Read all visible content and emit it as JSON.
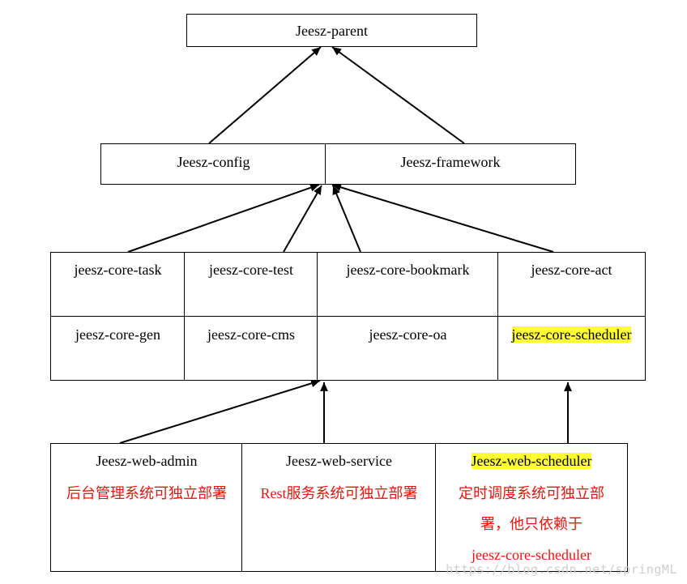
{
  "parent": {
    "label": "Jeesz-parent"
  },
  "mid": {
    "config": "Jeesz-config",
    "framework": "Jeesz-framework"
  },
  "core": {
    "row1": [
      "jeesz-core-task",
      "jeesz-core-test",
      "jeesz-core-bookmark",
      "jeesz-core-act"
    ],
    "row2": [
      "jeesz-core-gen",
      "jeesz-core-cms",
      "jeesz-core-oa",
      "jeesz-core-scheduler"
    ]
  },
  "web": {
    "admin": {
      "title": "Jeesz-web-admin",
      "note": "后台管理系统可独立部署"
    },
    "service": {
      "title": "Jeesz-web-service",
      "note": "Rest服务系统可独立部署"
    },
    "scheduler": {
      "title": "Jeesz-web-scheduler",
      "note": "定时调度系统可独立部署，他只依赖于",
      "note2": "jeesz-core-scheduler"
    }
  },
  "watermark": "https://blog.csdn.net/springML",
  "colors": {
    "highlight": "#ffff33",
    "note_text": "#e8150e"
  }
}
